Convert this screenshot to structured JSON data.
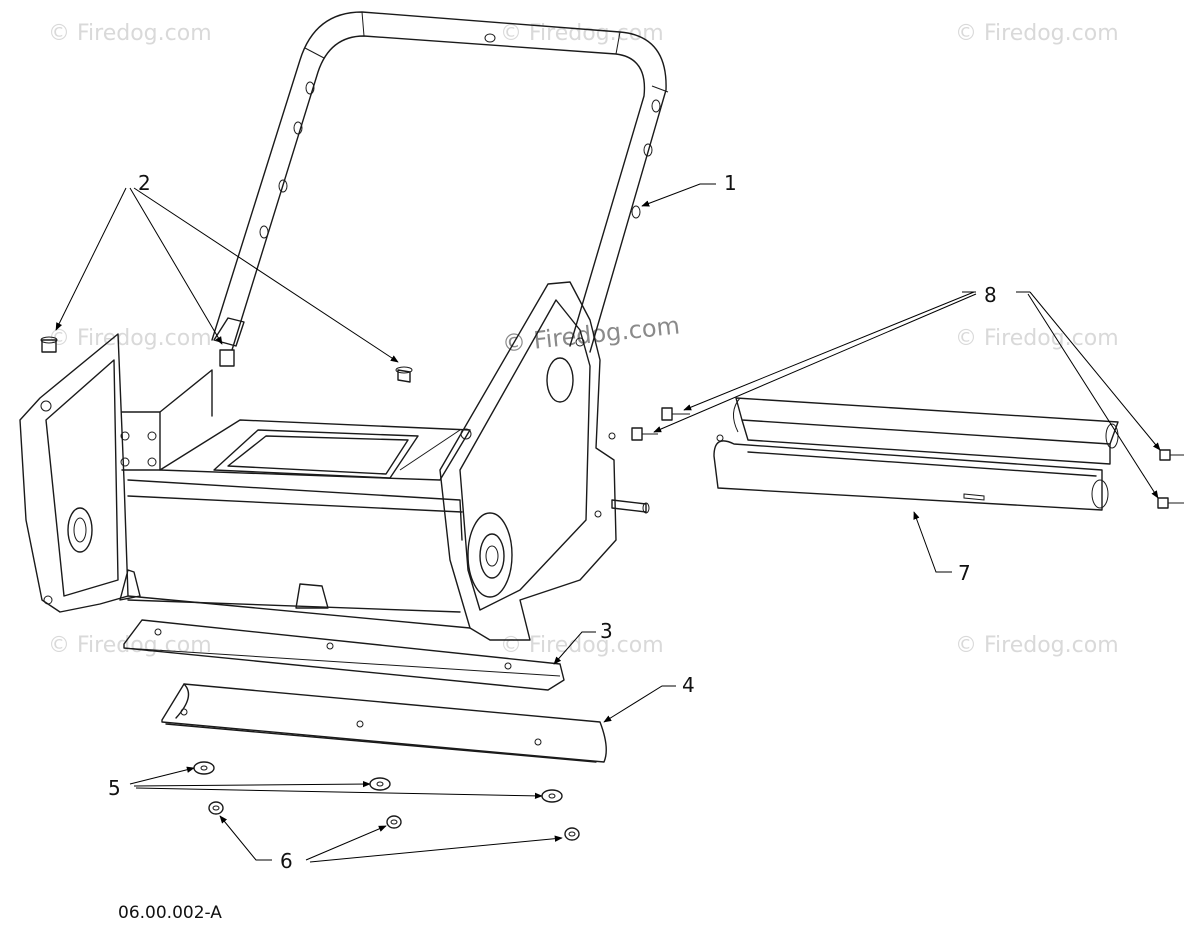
{
  "watermark": "© Firedog.com",
  "drawing_code": "06.00.002-A",
  "callouts": {
    "c1": "1",
    "c2": "2",
    "c3": "3",
    "c4": "4",
    "c5": "5",
    "c6": "6",
    "c7": "7",
    "c8": "8"
  },
  "colors": {
    "line": "#1a1a1a",
    "watermark": "#d9d9d9"
  }
}
